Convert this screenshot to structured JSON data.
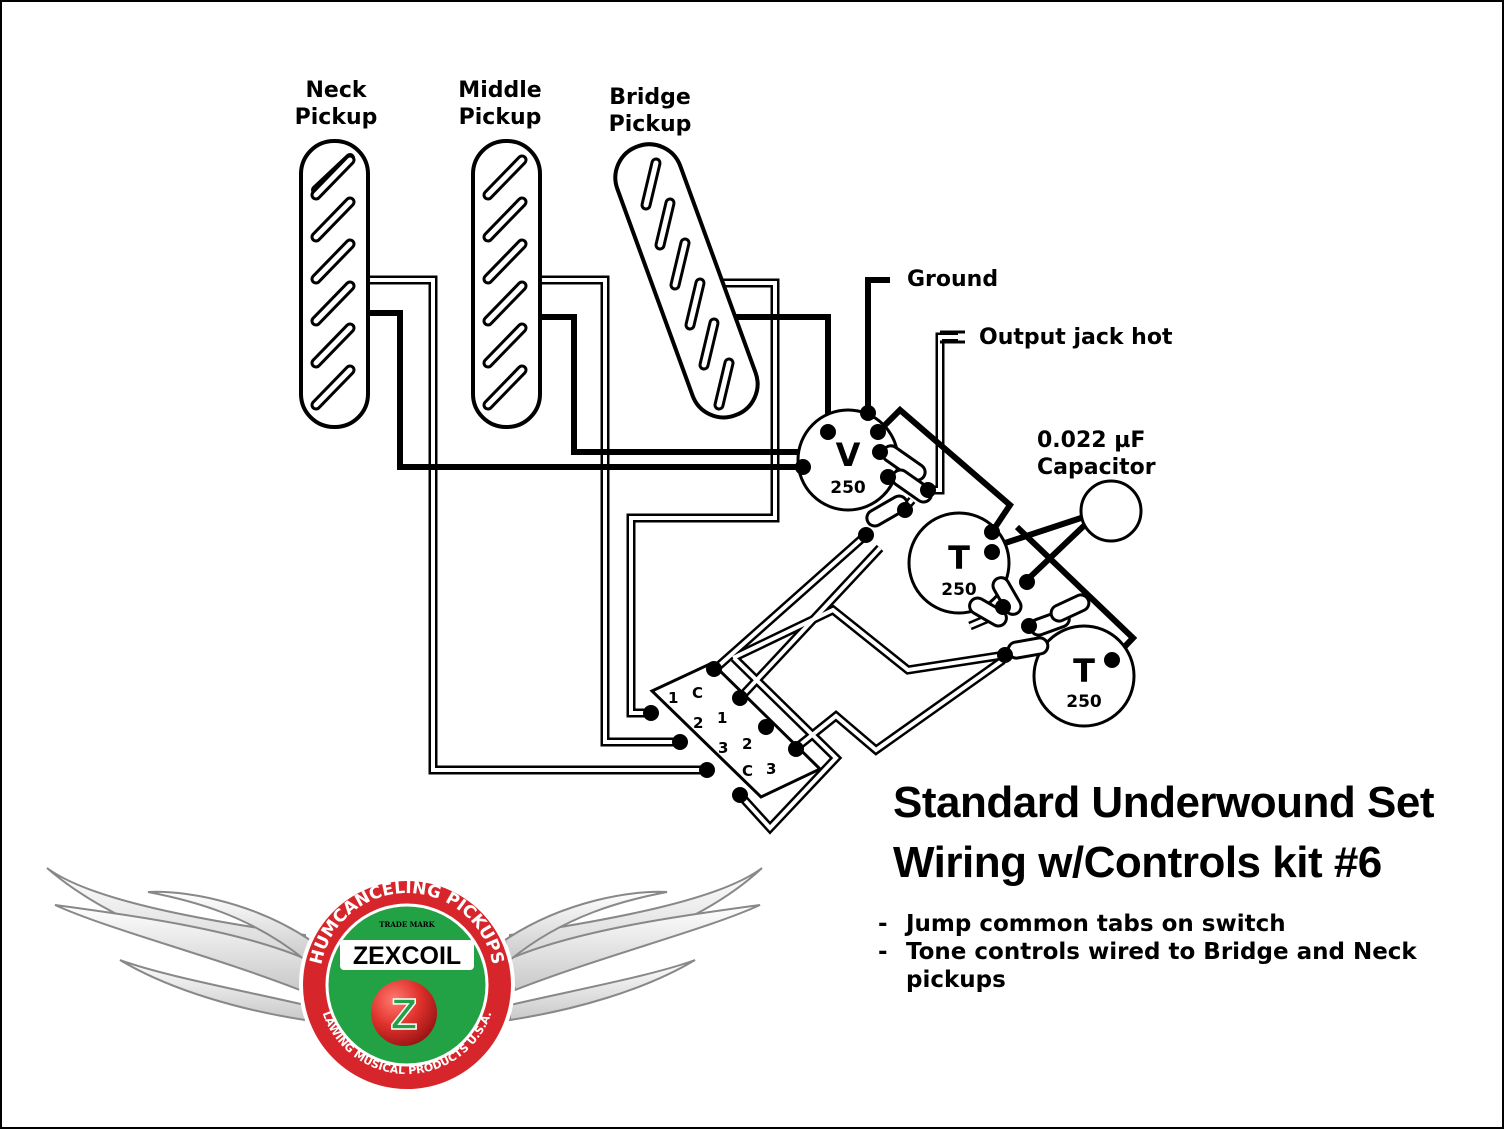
{
  "pickups": {
    "neck": "Neck\nPickup",
    "middle": "Middle\nPickup",
    "bridge": "Bridge\nPickup"
  },
  "labels": {
    "ground": "Ground",
    "output_jack": "Output jack hot",
    "capacitor": "0.022 µF\nCapacitor"
  },
  "pots": {
    "volume": {
      "letter": "V",
      "value": "250"
    },
    "tone1": {
      "letter": "T",
      "value": "250"
    },
    "tone2": {
      "letter": "T",
      "value": "250"
    }
  },
  "switch": {
    "lugs_left": [
      "1",
      "2",
      "3"
    ],
    "lugs_right": [
      "1",
      "2",
      "3"
    ],
    "common_left": "C",
    "common_right": "C"
  },
  "title": {
    "line1": "Standard Underwound Set",
    "line2": "Wiring w/Controls kit #6"
  },
  "notes": [
    "Jump common tabs on switch",
    "Tone controls wired to Bridge and Neck pickups"
  ],
  "note_bullet": "-",
  "logo": {
    "top_arc": "HUMCANCELING PICKUPS",
    "trademark": "TRADE MARK",
    "brand": "ZEXCOIL",
    "letter": "Z",
    "bottom_arc": "LAWING MUSICAL PRODUCTS U.S.A.",
    "colors": {
      "ring": "#d7262b",
      "center": "#23a245",
      "ball": "#e0312c"
    }
  }
}
